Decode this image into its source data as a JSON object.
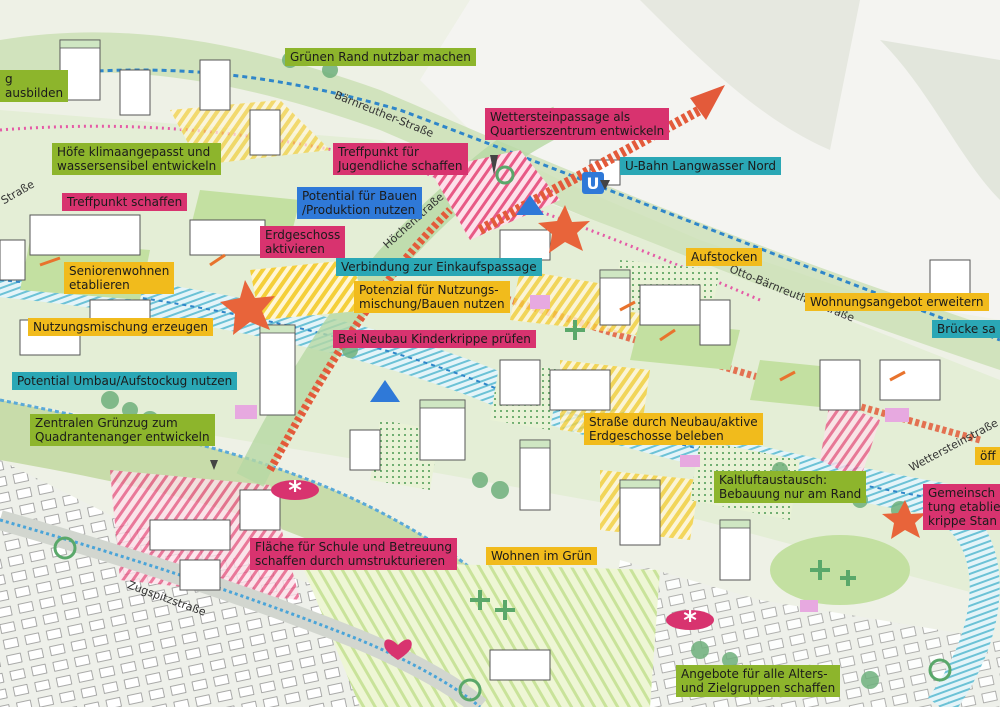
{
  "colors": {
    "green": "#8db52c",
    "pink": "#d8336f",
    "yellow": "#f1bb1c",
    "blue": "#2f79d8",
    "teal": "#2aa7b5",
    "star": "#e8643a"
  },
  "labels": {
    "gruenen_rand": "Grünen Rand nutzbar machen",
    "left_edge_1": "g\nausbilden",
    "wettersteinpassage": "Wettersteinpassage als\nQuartierszentrum entwickeln",
    "hoefe": "Höfe klimaangepasst und\nwassersensibel entwickeln",
    "treffpunkt_jugend": "Treffpunkt für\nJugendliche schaffen",
    "ubahn": "U-Bahn Langwasser Nord",
    "treffpunkt": "Treffpunkt schaffen",
    "potential_bauen": "Potential für Bauen\n/Produktion nutzen",
    "erdgeschoss": "Erdgeschoss\naktivieren",
    "senioren": "Seniorenwohnen\netablieren",
    "verbindung": "Verbindung zur Einkaufspassage",
    "aufstocken": "Aufstocken",
    "potenzial_nutzung": "Potenzial für Nutzungs-\nmischung/Bauen nutzen",
    "wohnungsangebot": "Wohnungsangebot erweitern",
    "nutzungsmischung": "Nutzungsmischung erzeugen",
    "kinderkrippe": "Bei Neubau Kinderkrippe prüfen",
    "bruecke": "Brücke sa",
    "umbau": "Potential Umbau/Aufstockug nutzen",
    "gruenzug": "Zentralen Grünzug zum\nQuadrantenanger entwickeln",
    "strasse_neubau": "Straße durch Neubau/aktive\nErdgeschosse beleben",
    "oeff": "öff",
    "kaltluft": "Kaltluftaustausch:\nBebauung nur am Rand",
    "gemeinsch": "Gemeinsch\ntung etablie\nkrippe Stan",
    "wohnen_gruen": "Wohnen im Grün",
    "schule": "Fläche für Schule und Betreuung\nschaffen durch umstrukturieren",
    "angebote": "Angebote für alle Alters-\nund Zielgruppen schaffen"
  },
  "streets": {
    "baernreuther": "Bärnreuther-Straße",
    "otto_baernreuther": "Otto-Bärnreuther-Straße",
    "hoechenstrasse": "Höchenstraße",
    "zugspitzstrasse": "Zugspitzstraße",
    "wettersteinstrasse": "Wettersteinstraße",
    "left_strasse": "Straße"
  }
}
